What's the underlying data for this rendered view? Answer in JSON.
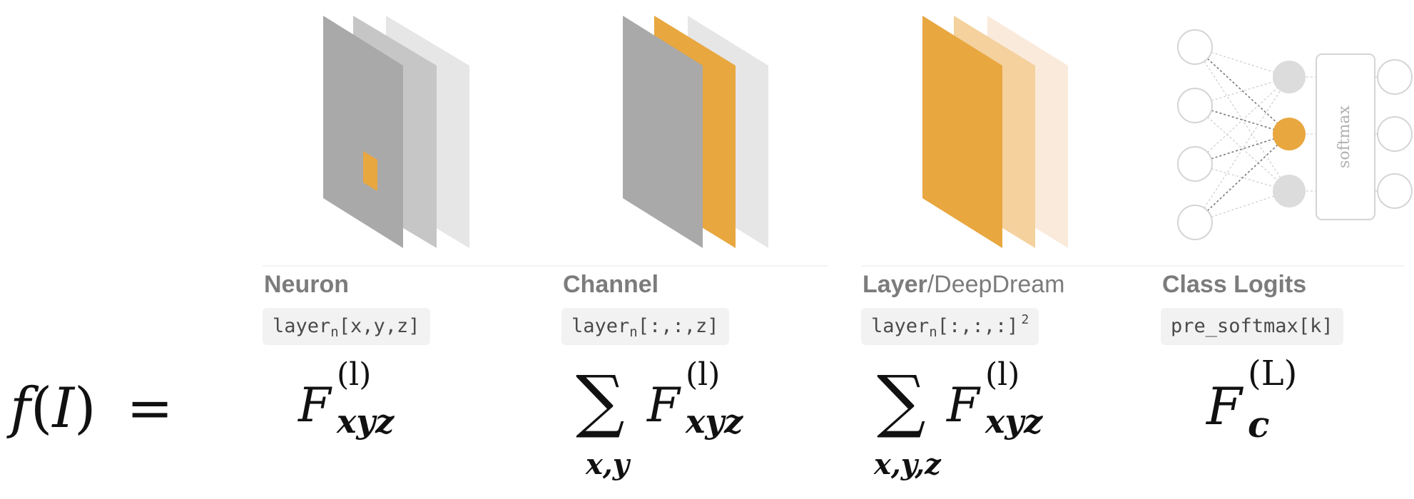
{
  "lhs": {
    "f": "f",
    "lparen": "(",
    "I": "I",
    "rparen": ")",
    "equals": "="
  },
  "columns": [
    {
      "title": "Neuron",
      "code": {
        "pre": "layer",
        "sub": "n",
        "post": "[x,y,z]"
      },
      "formula": {
        "F": "F",
        "sup": "(l)",
        "sub": "xyz"
      }
    },
    {
      "title": "Channel",
      "code": {
        "pre": "layer",
        "sub": "n",
        "post": "[:,:,z]"
      },
      "formula": {
        "sum": "∑",
        "below": "x,y",
        "F": "F",
        "sup": "(l)",
        "sub": "xyz"
      }
    },
    {
      "title": "Layer",
      "title_rest": "/DeepDream",
      "code": {
        "pre": "layer",
        "sub": "n",
        "post": "[:,:,:]",
        "sup": "2"
      },
      "formula": {
        "sum": "∑",
        "below": "x,y,z",
        "F": "F",
        "sup": "(l)",
        "sub": "xyz"
      }
    },
    {
      "title": "Class Logits",
      "code": {
        "pre": "pre_softmax[k]"
      },
      "formula": {
        "F": "F",
        "sup": "(L)",
        "sub": "c"
      },
      "network": {
        "box_label": "softmax",
        "highlight_neuron": 2
      }
    }
  ],
  "colors": {
    "orange": "#e8a73f",
    "gray_dark": "#a9a9a9",
    "gray_mid": "#c6c6c6",
    "gray_light": "#e6e6e6",
    "orange_light": "#f4d19d",
    "orange_lighter": "#faeadb",
    "text_gray": "#7c7c7c"
  }
}
